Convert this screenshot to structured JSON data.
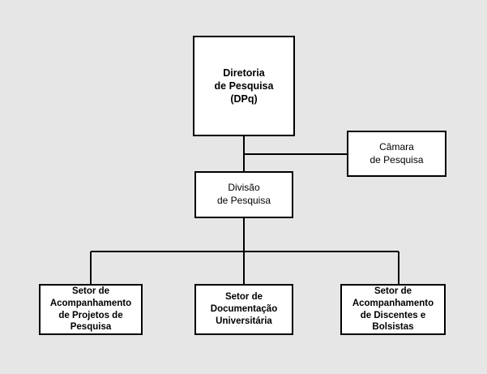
{
  "diagram": {
    "type": "organizational-chart",
    "language": "pt-BR",
    "background_color": "#e6e6e6",
    "box_fill_color": "#ffffff",
    "box_border_color": "#000000",
    "connector_color": "#000000",
    "nodes": {
      "diretoria": {
        "label": "Diretoria\nde Pesquisa\n(DPq)",
        "lines": [
          "Diretoria",
          "de Pesquisa",
          "(DPq)"
        ],
        "level": 1
      },
      "camara": {
        "label": "Câmara\nde Pesquisa",
        "lines": [
          "Câmara",
          "de Pesquisa"
        ],
        "level": 2
      },
      "divisao": {
        "label": "Divisão\nde Pesquisa",
        "lines": [
          "Divisão",
          "de Pesquisa"
        ],
        "level": 2
      },
      "setor_projetos": {
        "label": "Setor de\nAcompanhamento\nde Projetos de\nPesquisa",
        "lines": [
          "Setor de",
          "Acompanhamento",
          "de Projetos de",
          "Pesquisa"
        ],
        "level": 3
      },
      "setor_documentacao": {
        "label": "Setor de\nDocumentação\nUniversitária",
        "lines": [
          "Setor de",
          "Documentação",
          "Universitária"
        ],
        "level": 3
      },
      "setor_discentes": {
        "label": "Setor de\nAcompanhamento\nde Discentes e\nBolsistas",
        "lines": [
          "Setor de",
          "Acompanhamento",
          "de Discentes e",
          "Bolsistas"
        ],
        "level": 3
      }
    },
    "edges": [
      {
        "from": "diretoria",
        "to": "divisao",
        "style": "vertical"
      },
      {
        "from": "diretoria",
        "to": "camara",
        "style": "elbow-right"
      },
      {
        "from": "divisao",
        "to": "setor_projetos",
        "style": "tree-branch"
      },
      {
        "from": "divisao",
        "to": "setor_documentacao",
        "style": "tree-branch"
      },
      {
        "from": "divisao",
        "to": "setor_discentes",
        "style": "tree-branch"
      }
    ]
  }
}
